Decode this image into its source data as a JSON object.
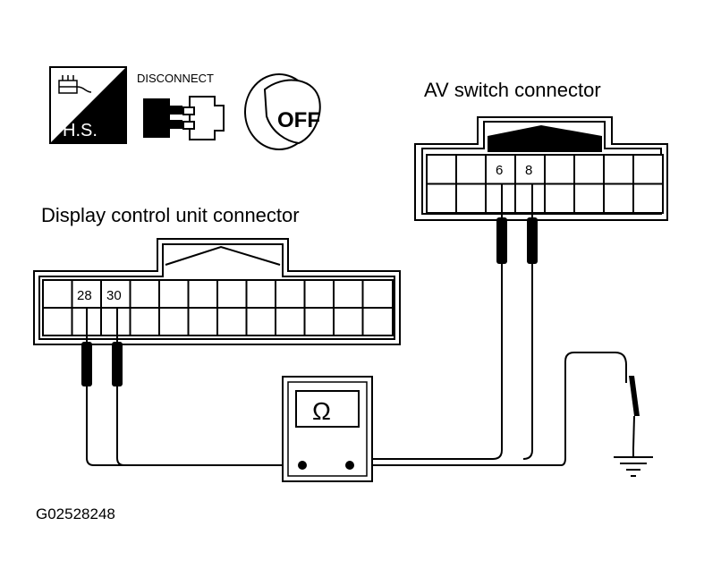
{
  "icons": {
    "harness_side_label": "H.S.",
    "disconnect_label": "DISCONNECT",
    "ignition_label": "OFF"
  },
  "av_switch_connector": {
    "title": "AV switch connector",
    "pins": [
      "6",
      "8"
    ]
  },
  "display_connector": {
    "title": "Display control unit connector",
    "pins": [
      "28",
      "30"
    ]
  },
  "meter": {
    "symbol": "Ω"
  },
  "figure_code": "G02528248",
  "colors": {
    "line": "#000000",
    "background": "#ffffff"
  }
}
